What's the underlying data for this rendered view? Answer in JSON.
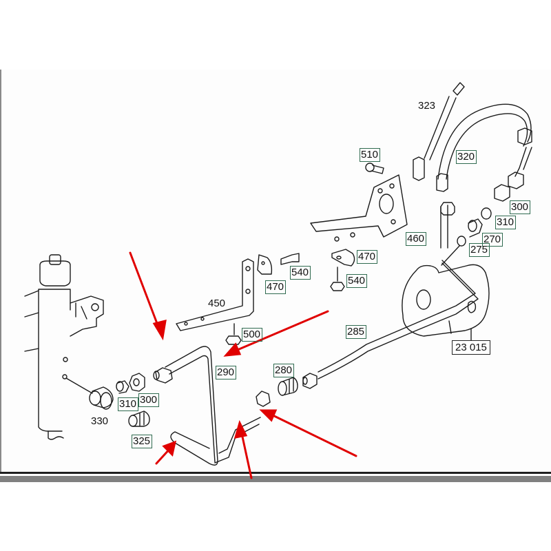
{
  "diagram": {
    "title": "Power steering hydraulic lines — exploded parts view",
    "line_color": "#1a1a1a",
    "label_box_color": "#2f6a4f",
    "annotation_color": "#e00000",
    "parts": [
      {
        "id": "323",
        "boxed": false
      },
      {
        "id": "320",
        "boxed": true
      },
      {
        "id": "510",
        "boxed": true
      },
      {
        "id": "300",
        "boxed": true,
        "position": "right"
      },
      {
        "id": "310",
        "boxed": true,
        "position": "right"
      },
      {
        "id": "270",
        "boxed": true
      },
      {
        "id": "275",
        "boxed": true
      },
      {
        "id": "460",
        "boxed": true
      },
      {
        "id": "470",
        "boxed": true,
        "position": "right"
      },
      {
        "id": "540",
        "boxed": true,
        "position": "right"
      },
      {
        "id": "540",
        "boxed": true,
        "position": "center"
      },
      {
        "id": "470",
        "boxed": true,
        "position": "center"
      },
      {
        "id": "450",
        "boxed": false
      },
      {
        "id": "500",
        "boxed": true
      },
      {
        "id": "285",
        "boxed": true
      },
      {
        "id": "23 015",
        "boxed": true,
        "style": "black"
      },
      {
        "id": "290",
        "boxed": true
      },
      {
        "id": "280",
        "boxed": true
      },
      {
        "id": "310",
        "boxed": true,
        "position": "left"
      },
      {
        "id": "300",
        "boxed": true,
        "position": "left"
      },
      {
        "id": "330",
        "boxed": false
      },
      {
        "id": "325",
        "boxed": true
      }
    ],
    "annotations": {
      "arrow_count": 5,
      "target": "pipe 290 and adjacent fittings"
    }
  },
  "labels": {
    "p323": "323",
    "p320": "320",
    "p510": "510",
    "p300r": "300",
    "p310r": "310",
    "p270": "270",
    "p275": "275",
    "p460": "460",
    "p470r": "470",
    "p540r": "540",
    "p540c": "540",
    "p470c": "470",
    "p450": "450",
    "p500": "500",
    "p285": "285",
    "p23015": "23 015",
    "p290": "290",
    "p280": "280",
    "p310l": "310",
    "p300l": "300",
    "p330": "330",
    "p325": "325"
  }
}
